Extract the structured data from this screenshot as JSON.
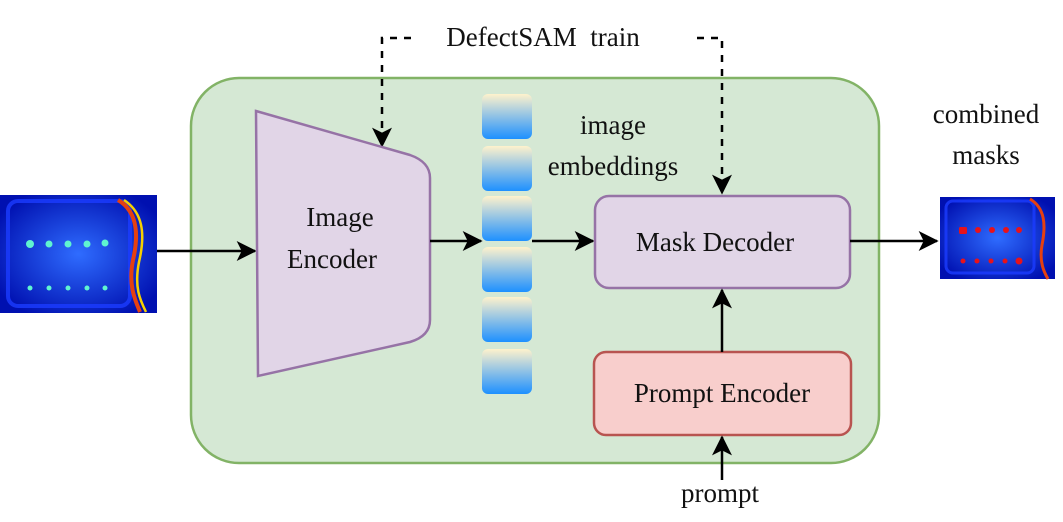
{
  "diagram": {
    "title": "DefectSAM  train",
    "image_encoder": {
      "line1": "Image",
      "line2": "Encoder"
    },
    "embeddings_label": {
      "line1": "image",
      "line2": "embeddings"
    },
    "mask_decoder": "Mask Decoder",
    "prompt_encoder": "Prompt Encoder",
    "prompt_label": "prompt",
    "output_label": {
      "line1": "combined",
      "line2": "masks"
    },
    "embedding_count": 6,
    "colors": {
      "container_fill": "#d5e8d4",
      "container_stroke": "#82b366",
      "encoder_fill": "#e1d5e7",
      "encoder_stroke": "#9673a6",
      "prompt_fill": "#f8cecc",
      "prompt_stroke": "#b85450",
      "embed_top": "#fff2cc",
      "embed_bottom": "#1e90ff"
    }
  }
}
